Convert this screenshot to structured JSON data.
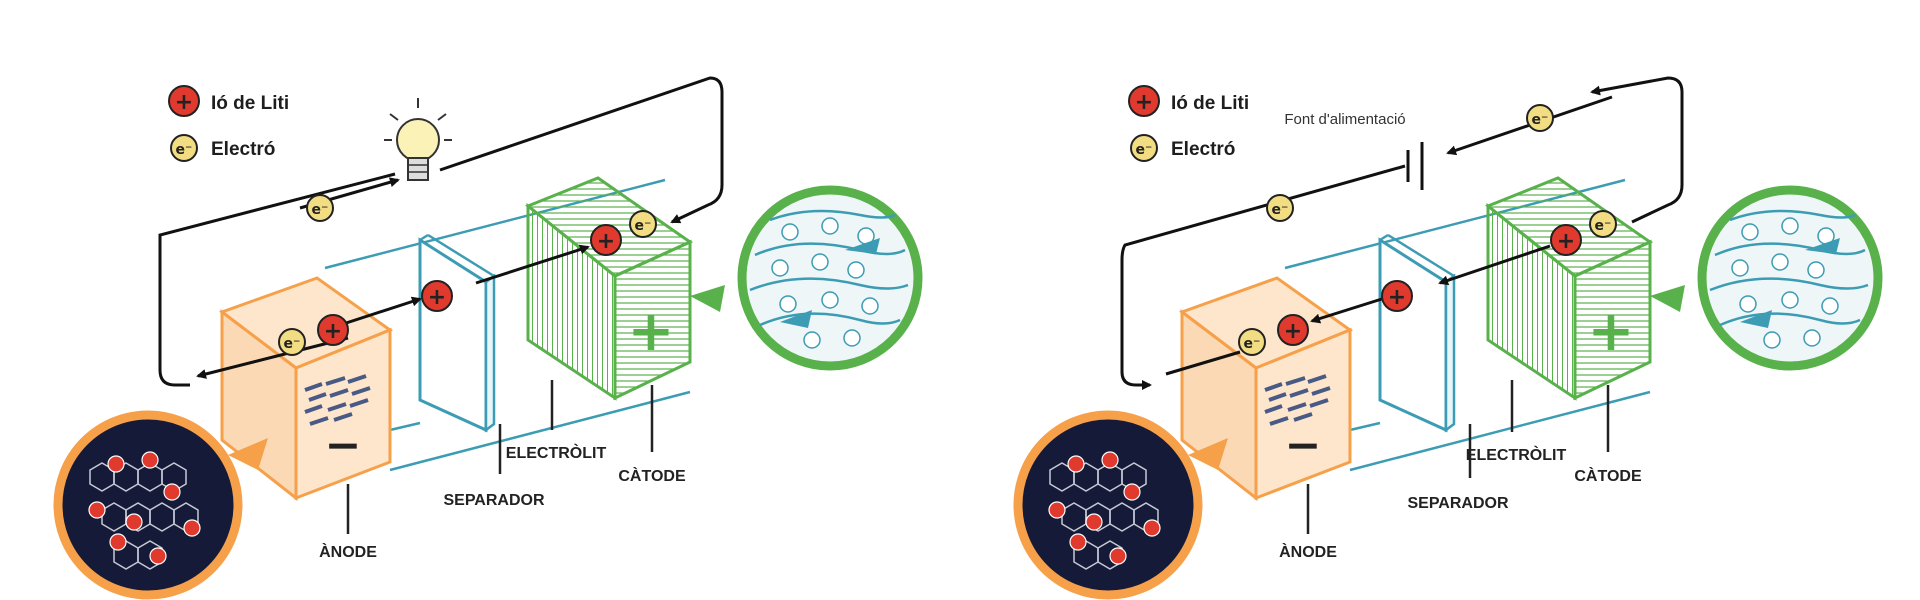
{
  "legend": {
    "ion_label": "Ió de Liti",
    "electron_label": "Electró"
  },
  "labels": {
    "anode": "ÀNODE",
    "separator": "SEPARADOR",
    "electrolyte": "ELECTRÒLIT",
    "cathode": "CÀTODE",
    "power_source": "Font d'alimentació"
  },
  "symbols": {
    "plus": "+",
    "minus": "−",
    "electron": "e⁻"
  },
  "colors": {
    "ion": "#e03a2f",
    "electron": "#f2dd83",
    "anode": "#f6a04a",
    "anode_fill": "#fcd9b5",
    "cathode": "#58b14a",
    "separator": "#3c9cb3",
    "graphite_bg": "#151a38",
    "wire": "#111111"
  },
  "panels": [
    {
      "id": "discharge",
      "process": "discharge",
      "load": "bulb-icon"
    },
    {
      "id": "charge",
      "process": "charge",
      "load": "battery-symbol-icon"
    }
  ]
}
